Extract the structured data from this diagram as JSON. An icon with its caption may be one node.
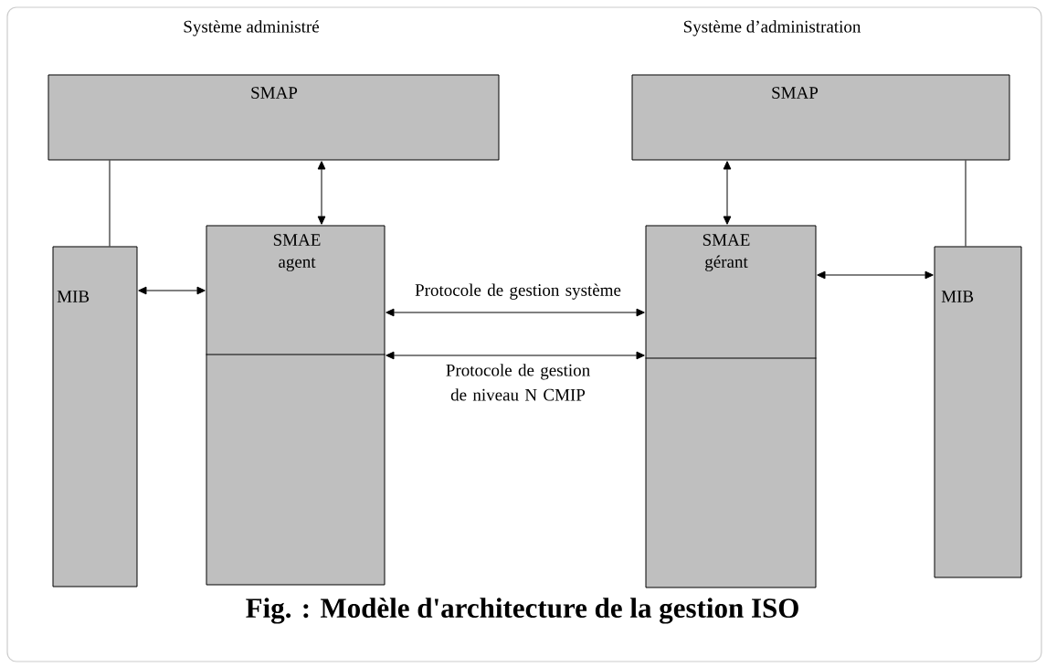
{
  "diagram": {
    "caption": "Fig. : Modèle d'architecture de la gestion ISO",
    "nodes": [
      {
        "text": [
          "SMAP"
        ]
      },
      {
        "text": [
          "MIB"
        ]
      },
      {
        "text": [
          "SMAE agent"
        ]
      },
      {
        "text": [
          "SMAP"
        ]
      },
      {
        "text": [
          "SMAE gérant"
        ]
      },
      {
        "text": [
          "MIB"
        ]
      }
    ],
    "edges": [
      {
        "from": 0,
        "to": 1,
        "arrow": "none"
      },
      {
        "from": 0,
        "to": 2,
        "arrow": "both"
      },
      {
        "from": 1,
        "to": 2,
        "arrow": "both"
      },
      {
        "from": 2,
        "to": 4,
        "arrow": "both",
        "label": "Protocole de gestion système"
      },
      {
        "from": 2,
        "to": 4,
        "arrow": "both",
        "label": "Protocole de gestion de niveau N CMIP"
      },
      {
        "from": 3,
        "to": 4,
        "arrow": "both"
      },
      {
        "from": 4,
        "to": 5,
        "arrow": "both"
      },
      {
        "from": 3,
        "to": 5,
        "arrow": "none"
      }
    ],
    "labels": [
      "Système administré",
      "Système d’administration"
    ]
  }
}
